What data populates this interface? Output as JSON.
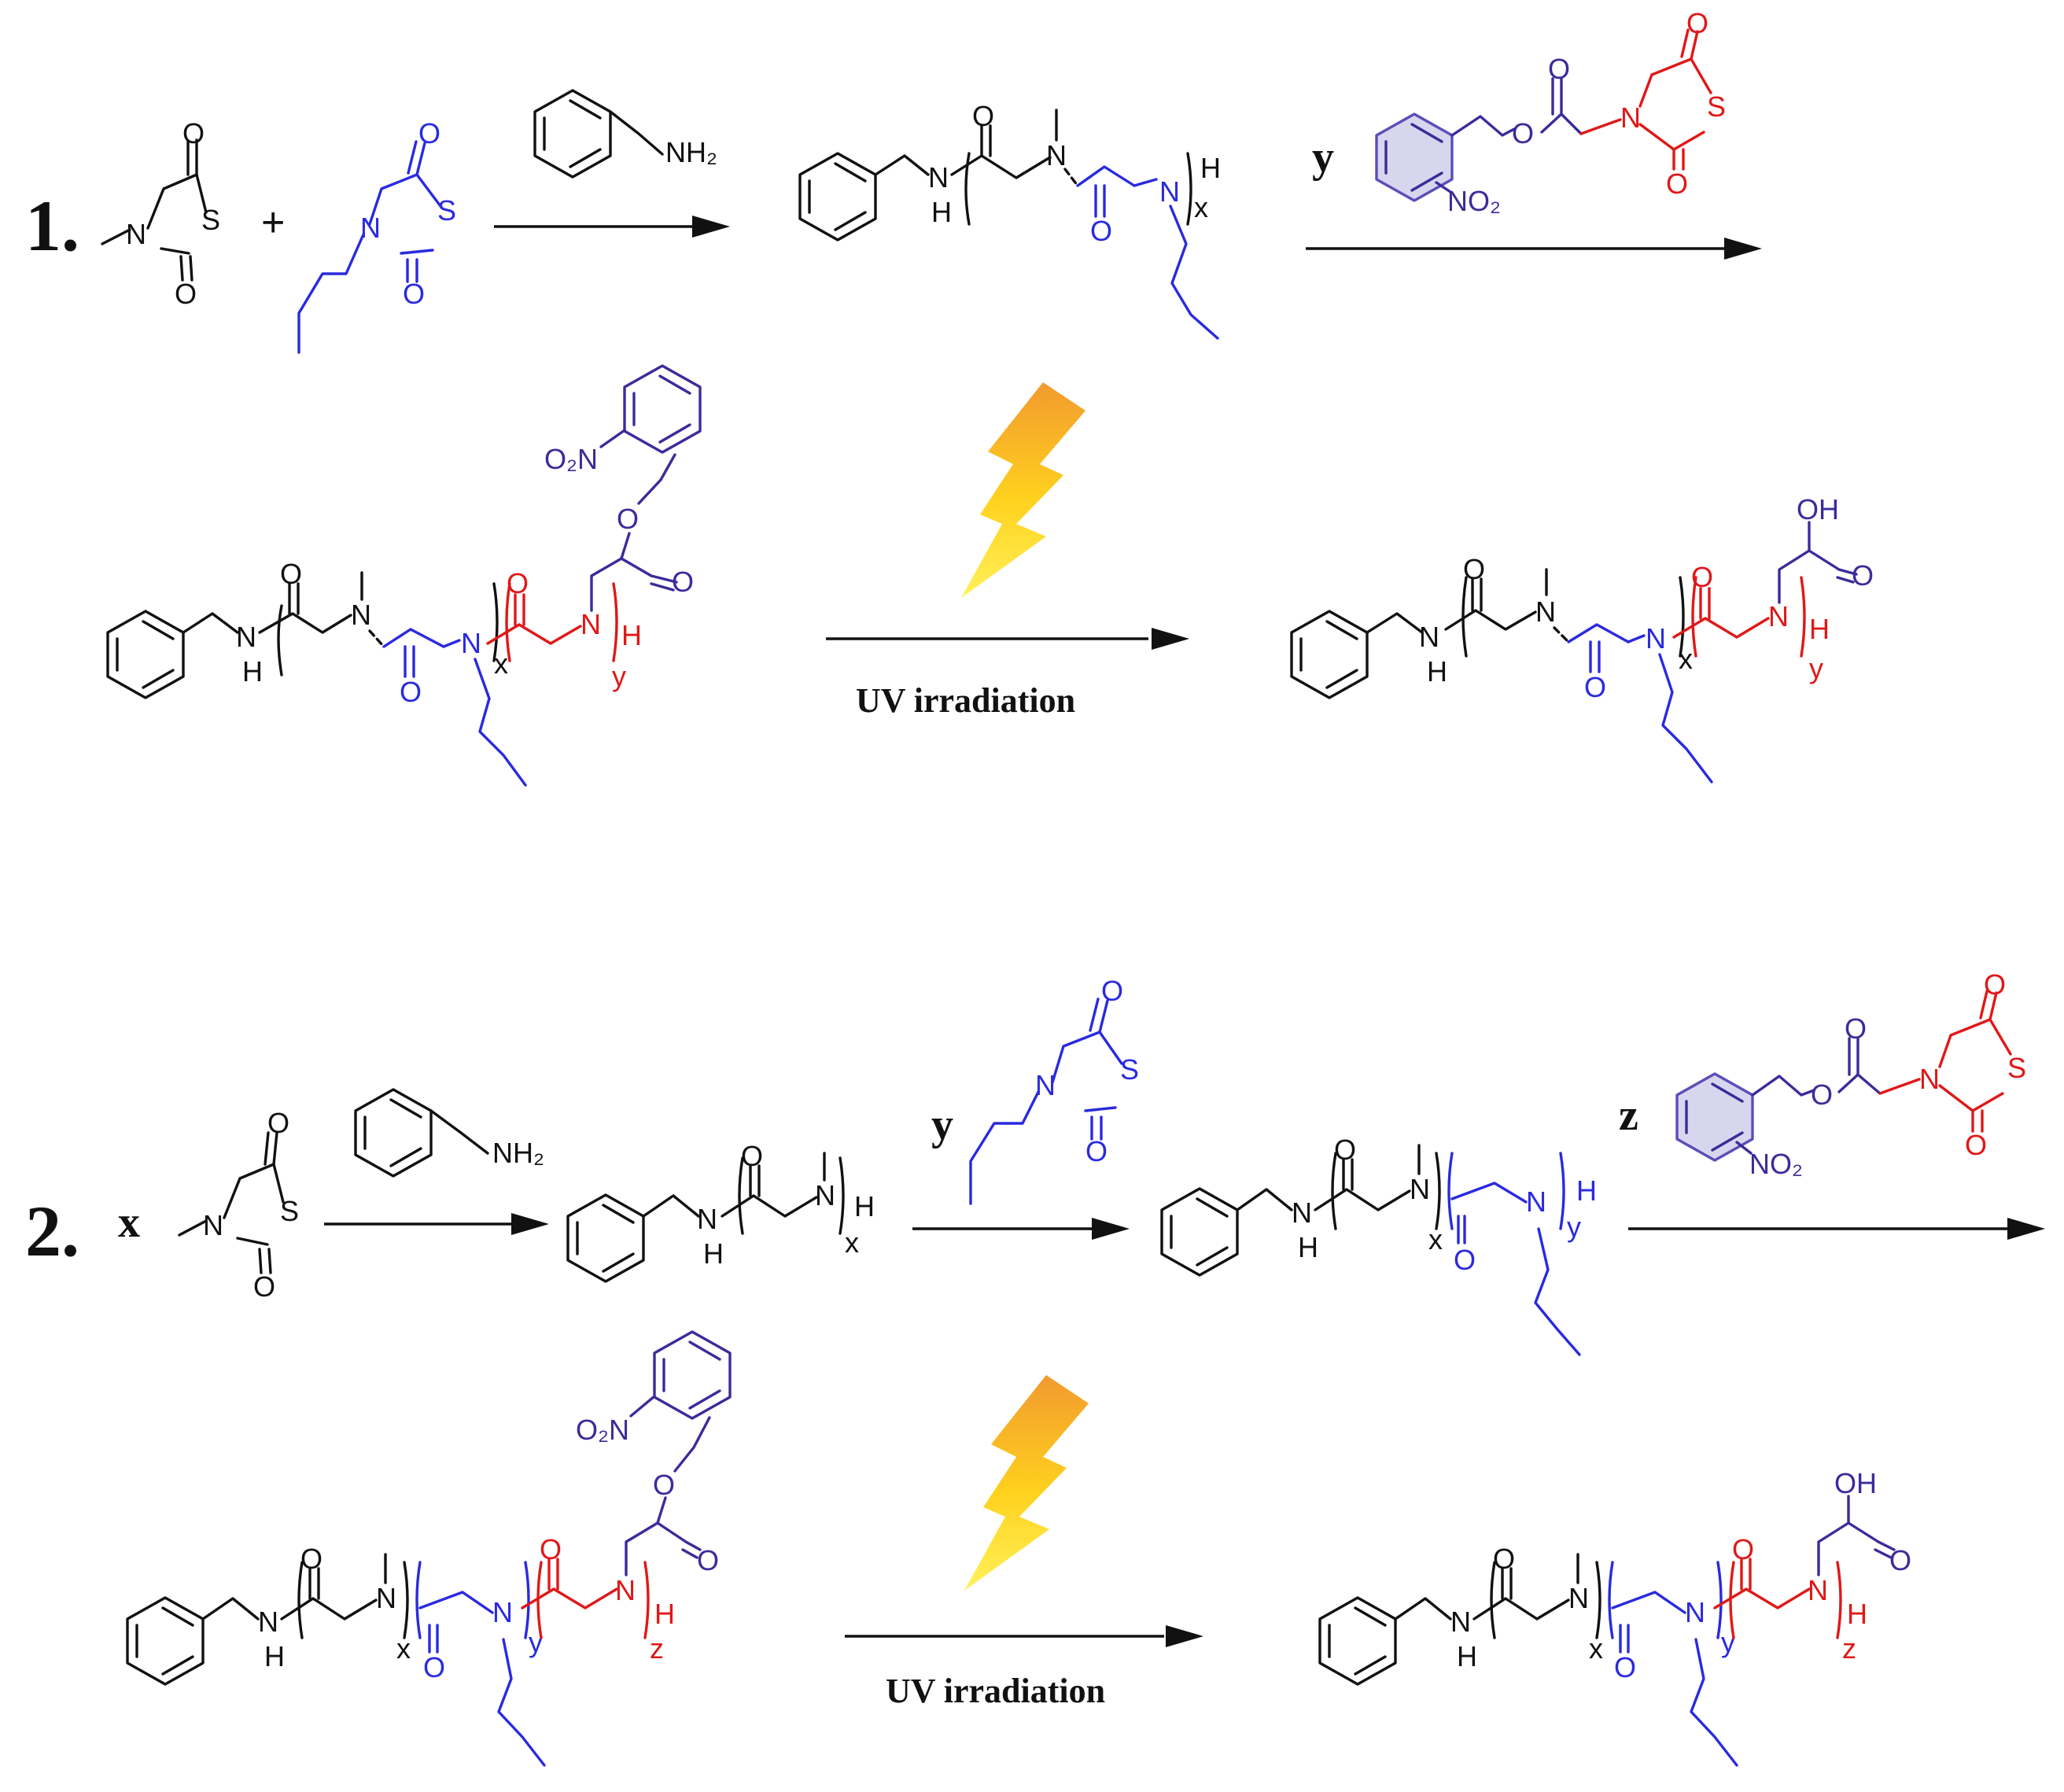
{
  "scheme": {
    "step1": {
      "number": "1.",
      "plus": "+",
      "reagent_coefficient": "y",
      "irradiation_label": "UV irradiation"
    },
    "step2": {
      "number": "2.",
      "coef_x": "x",
      "coef_y": "y",
      "coef_z": "z",
      "irradiation_label": "UV irradiation"
    },
    "atoms": {
      "N": "N",
      "O": "O",
      "S": "S",
      "H": "H",
      "OH": "OH",
      "NH": "NH",
      "NH2": "NH₂",
      "NO2": "NO₂",
      "O2N": "O₂N"
    },
    "subscripts": {
      "x": "x",
      "y": "y",
      "z": "z"
    },
    "colors": {
      "sarcosine": "#111111",
      "butyl_glycine": "#2a2ae0",
      "carboxymethyl_glycine": "#e01818",
      "nitrobenzyl": "#3a2c9a",
      "lightning_top": "#f29a2e",
      "lightning_bottom": "#ffe21a"
    },
    "icons": [
      "lightning-bolt-icon",
      "reaction-arrow-icon",
      "benzene-ring-icon"
    ]
  }
}
